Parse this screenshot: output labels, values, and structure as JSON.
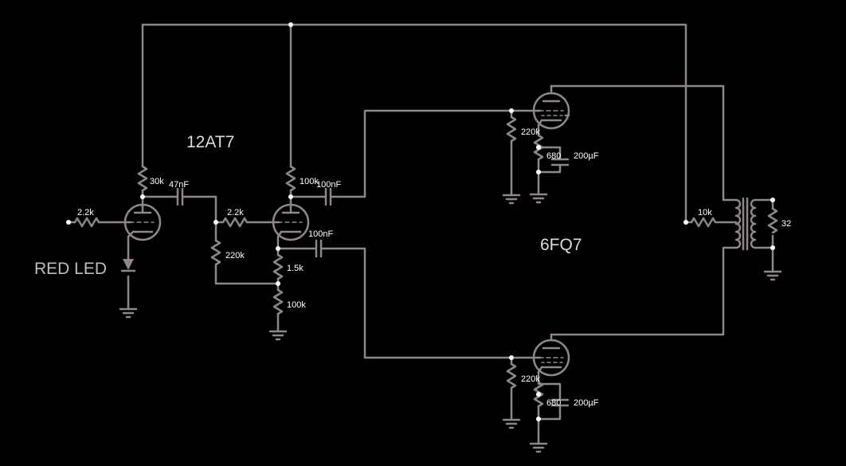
{
  "diagram": {
    "tube_labels": {
      "preamp": "12AT7",
      "power": "6FQ7"
    },
    "indicator_label": "RED LED",
    "components": {
      "r_input": "2.2k",
      "r_plate1": "30k",
      "c_coupling1": "47nF",
      "r_grid2": "2.2k",
      "r_grid_leak": "220k",
      "r_plate2": "100k",
      "c_out_top": "100nF",
      "c_out_bottom": "100nF",
      "r_cathode_a": "1.5k",
      "r_cathode_b": "100k",
      "r_grid_top": "220k",
      "r_cathode_top": "680",
      "c_bypass_top": "200µF",
      "r_grid_bottom": "220k",
      "r_cathode_bottom": "680",
      "c_bypass_bottom": "200µF",
      "r_feed": "10k",
      "r_load": "32"
    }
  },
  "colors": {
    "background": "#000000",
    "wire": "#8f8787",
    "junction": "#ffffff",
    "text": "#ffffff"
  }
}
